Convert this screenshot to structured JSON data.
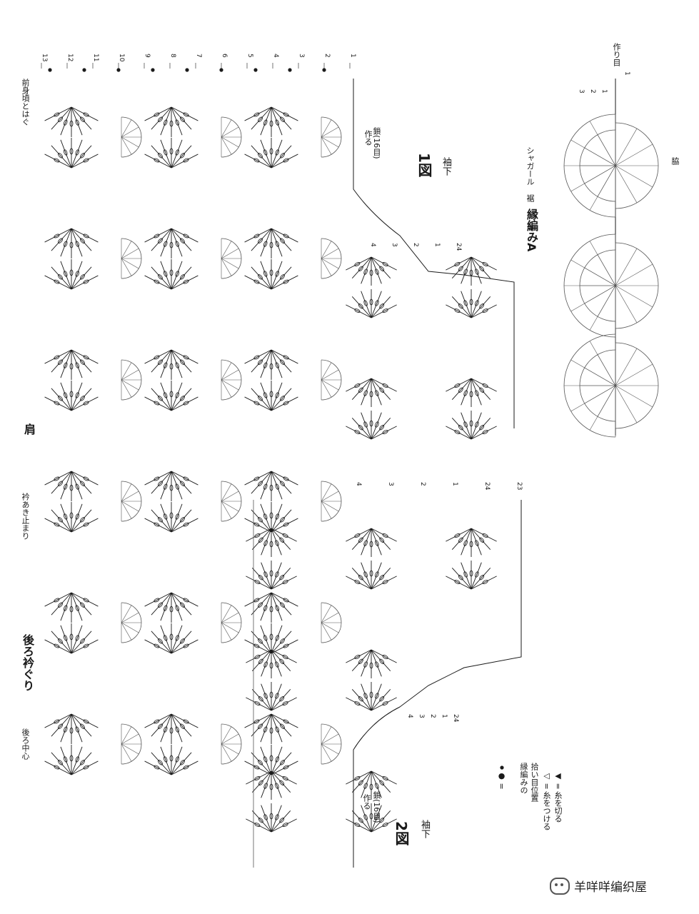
{
  "labels": {
    "front_join": "前身頃とはぐ",
    "chain16_top": "鎖(16目)",
    "make_top": "作る",
    "fig1": "1図",
    "underarm1": "袖下",
    "shoulder": "肩",
    "neck_stop": "衿あき止まり",
    "back_neckline": "後ろ衿ぐり",
    "back_center": "後ろ中心",
    "chain16_bottom": "鎖(16目)",
    "make_bottom": "作る",
    "fig2": "2図",
    "underarm2": "袖下",
    "edging_title": "縁編みA",
    "edging_sub": "裾",
    "edging_sub2": "シャガール",
    "side": "脇",
    "foundation": "作り目",
    "legend_pickup1": "縁編みの",
    "legend_pickup2": "拾い目位置",
    "legend_attach": "糸をつける",
    "legend_cut": "糸を切る",
    "legend_eq1": "● =",
    "legend_eq2": "◁ =",
    "legend_eq3": "◀ =",
    "watermark": "羊咩咩编织屋"
  },
  "row_numbers_top": [
    "13",
    "12",
    "11",
    "10",
    "9",
    "8",
    "7",
    "6",
    "5",
    "4",
    "3",
    "2",
    "1"
  ],
  "row_numbers_fig1_side": [
    "4",
    "3",
    "2",
    "1",
    "24"
  ],
  "row_numbers_fig2_top": [
    "4",
    "3",
    "2",
    "1",
    "24",
    "23"
  ],
  "row_numbers_fig2_side": [
    "4",
    "3",
    "2",
    "1",
    "24"
  ],
  "row_numbers_edging": [
    "3",
    "2",
    "1"
  ],
  "edging_foundation_row": "1",
  "colors": {
    "ink": "#1a1a1a",
    "grid": "#555555"
  }
}
